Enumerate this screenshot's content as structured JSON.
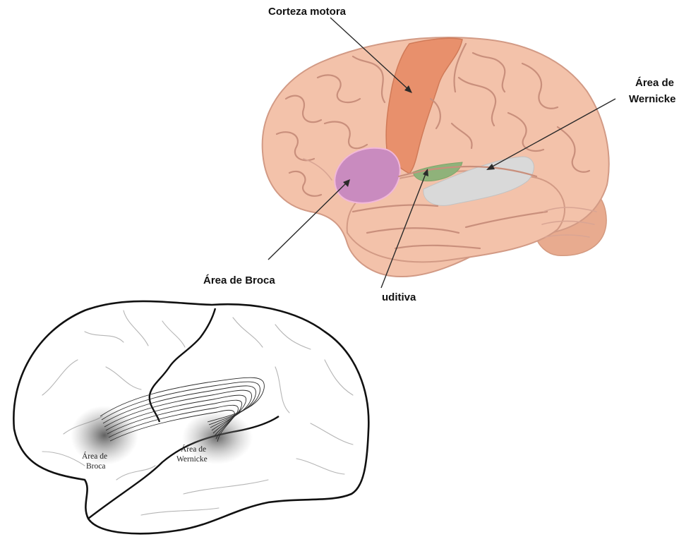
{
  "top_diagram": {
    "labels": {
      "motor_cortex": "Corteza motora",
      "wernicke_line1": "Área de",
      "wernicke_line2": "Wernicke",
      "broca": "Área de Broca",
      "auditory": "uditiva"
    },
    "colors": {
      "brain": "#f3c2aa",
      "motor_cortex": "#e8906c",
      "broca": "#c98bbf",
      "wernicke": "#d9d9d9",
      "auditory": "#8fb27a",
      "cerebellum": "#e8ab8f"
    }
  },
  "bottom_diagram": {
    "labels": {
      "broca_line1": "Área de",
      "broca_line2": "Broca",
      "wernicke_line1": "Área de",
      "wernicke_line2": "Wernicke"
    }
  }
}
